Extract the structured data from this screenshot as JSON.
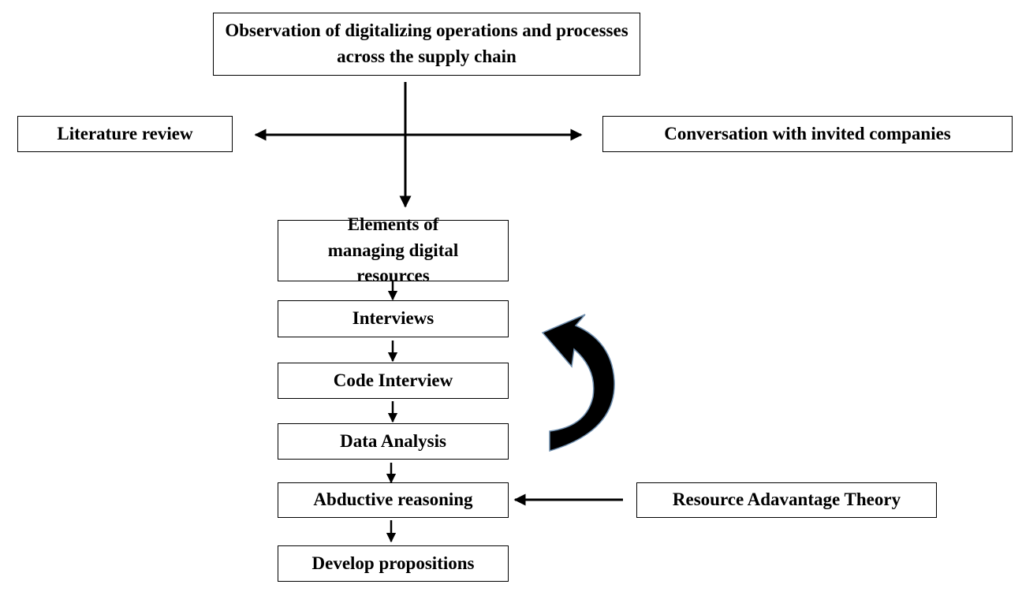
{
  "diagram": {
    "observation": "Observation of digitalizing operations and processes across the supply chain",
    "literature_review": "Literature review",
    "conversation": "Conversation with invited companies",
    "elements": "Elements of managing digital resources",
    "interviews": "Interviews",
    "code_interview": "Code Interview",
    "data_analysis": "Data Analysis",
    "abductive": "Abductive reasoning",
    "resource_theory": "Resource Adavantage Theory",
    "develop": "Develop propositions"
  },
  "colors": {
    "line": "#000000",
    "loop_arrow": "#000000",
    "loop_arrow_edge": "#6f8faf"
  }
}
